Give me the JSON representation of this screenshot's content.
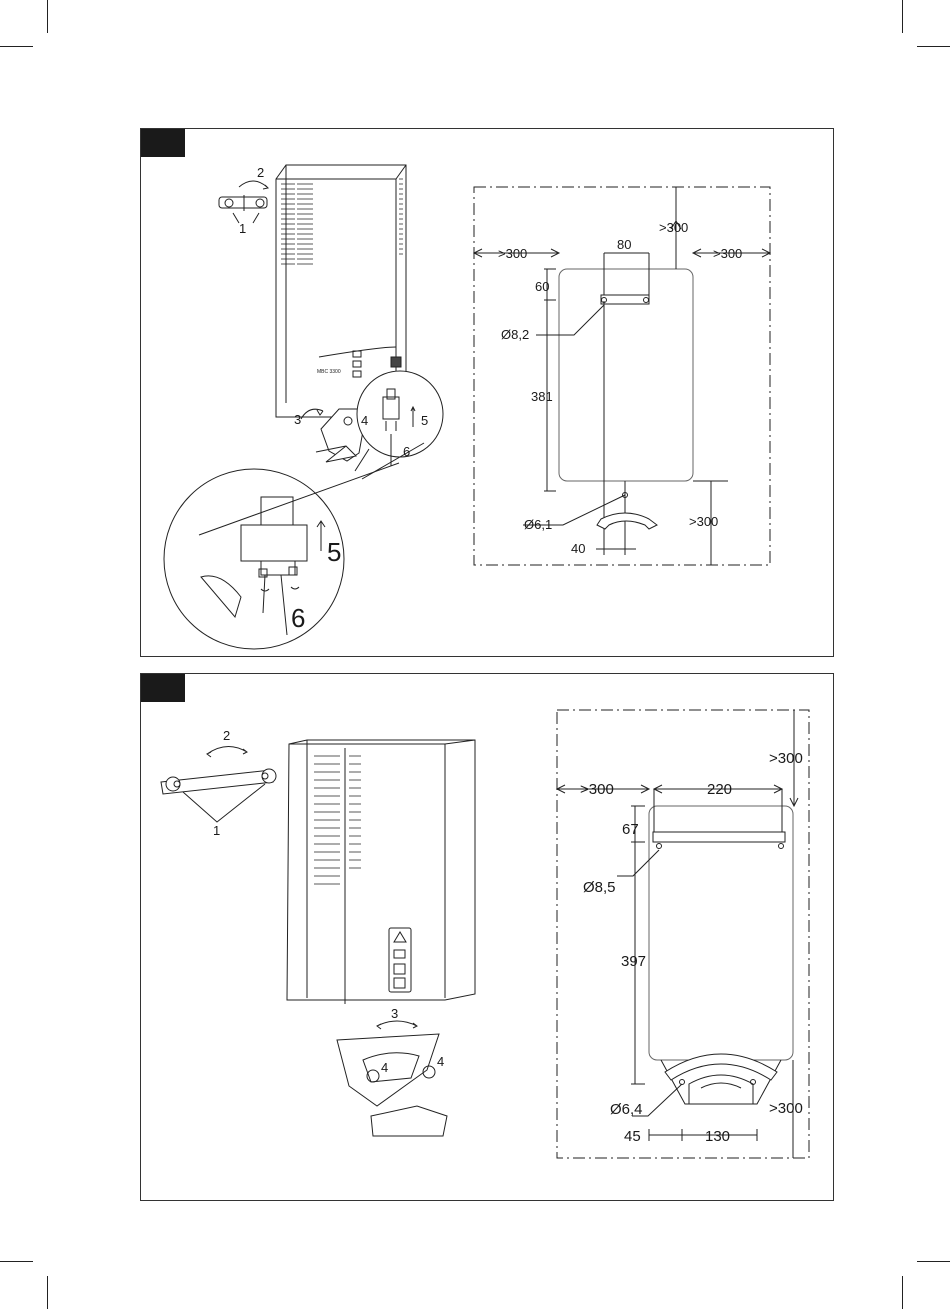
{
  "panel1": {
    "install_labels": {
      "arrow_2": "2",
      "bracket_1": "1",
      "arrow_3": "3",
      "screw_4": "4",
      "arrow_5": "5",
      "screw_6": "6",
      "zoom_5": "5",
      "zoom_6": "6"
    },
    "device_label": "MBC 3300",
    "dims": {
      "top": ">300",
      "left": ">300",
      "right": ">300",
      "bottom": ">300",
      "hole_spacing": "80",
      "top_offset": "60",
      "hole_diameter_top": "Ø8,2",
      "vertical": "381",
      "hole_diameter_bottom": "Ø6,1",
      "bottom_offset": "40"
    }
  },
  "panel2": {
    "install_labels": {
      "arrow_2": "2",
      "bracket_1": "1",
      "arrow_3": "3",
      "screw_4a": "4",
      "screw_4b": "4"
    },
    "dims": {
      "top": ">300",
      "left": ">300",
      "hole_spacing": "220",
      "top_offset": "67",
      "hole_diameter_top": "Ø8,5",
      "vertical": "397",
      "bottom": ">300",
      "hole_diameter_bottom": "Ø6,4",
      "bottom_offset": "45",
      "bottom_spacing": "130"
    }
  }
}
